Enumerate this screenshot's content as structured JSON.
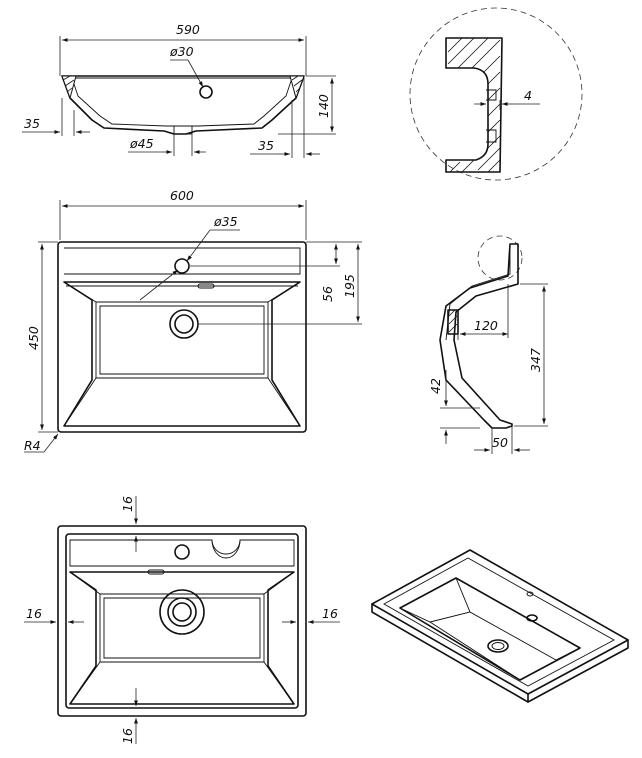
{
  "front_view": {
    "width_top": "590",
    "hole_top": "ø30",
    "height": "140",
    "lip_left": "35",
    "drain": "ø45",
    "lip_right": "35"
  },
  "detail_view": {
    "wall": "4"
  },
  "top_view": {
    "width": "600",
    "depth": "450",
    "tap_hole": "ø35",
    "tap_offset": "195",
    "drain_offset": "56",
    "corner": "R4"
  },
  "side_view": {
    "depth": "347",
    "drain_depth": "120",
    "rim": "42",
    "edge": "50"
  },
  "bottom_view": {
    "top_margin": "16",
    "left_margin": "16",
    "right_margin": "16",
    "bottom_margin": "16"
  }
}
